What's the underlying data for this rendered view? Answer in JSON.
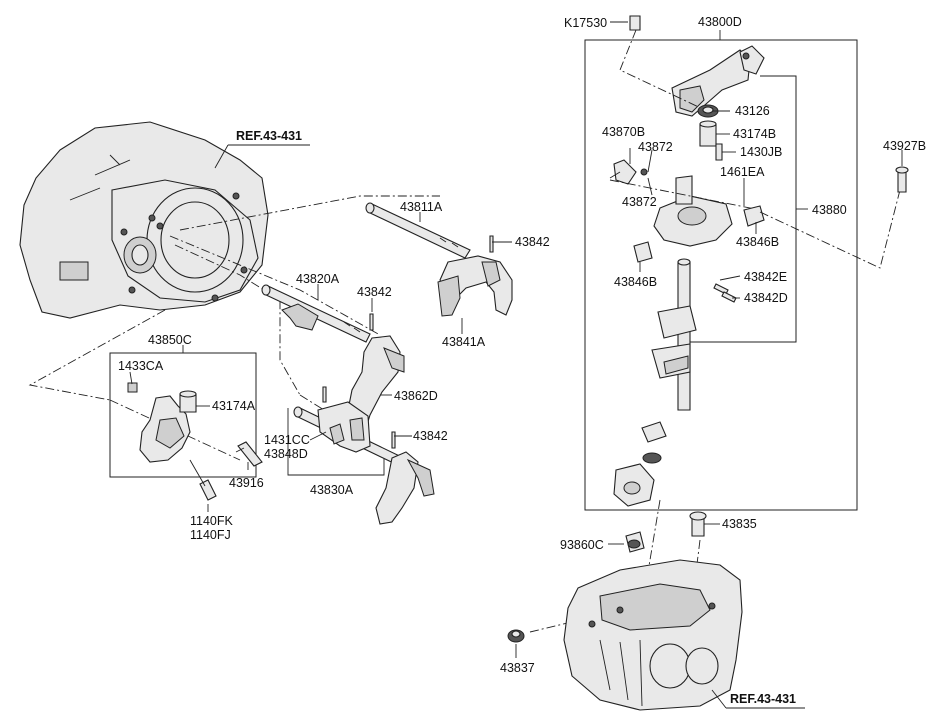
{
  "labels": {
    "k17530": "K17530",
    "p43800d": "43800D",
    "p43126": "43126",
    "p43870b": "43870B",
    "p43174b": "43174B",
    "p43872a": "43872",
    "p1430jb": "1430JB",
    "p43927b": "43927B",
    "p1461ea": "1461EA",
    "p43872b": "43872",
    "p43880": "43880",
    "p43846b_a": "43846B",
    "p43846b_b": "43846B",
    "p43842e": "43842E",
    "p43842d": "43842D",
    "p43811a": "43811A",
    "p43842_a": "43842",
    "p43820a": "43820A",
    "p43842_b": "43842",
    "p43841a": "43841A",
    "p43850c": "43850C",
    "p1433ca": "1433CA",
    "p43174a": "43174A",
    "p43862d": "43862D",
    "p1431cc": "1431CC",
    "p43848d": "43848D",
    "p43842_c": "43842",
    "p43916": "43916",
    "p43830a": "43830A",
    "p1140fk": "1140FK",
    "p1140fj": "1140FJ",
    "p43835": "43835",
    "p93860c": "93860C",
    "p43837": "43837",
    "ref_top": "REF.43-431",
    "ref_bottom": "REF.43-431"
  }
}
